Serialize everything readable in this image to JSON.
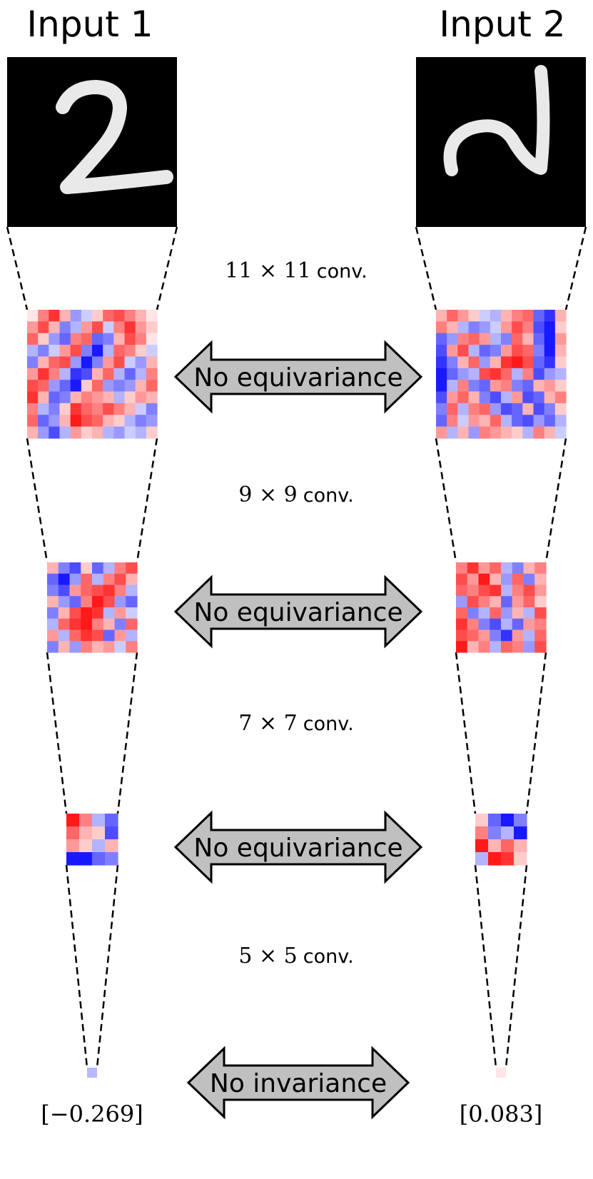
{
  "inputs": [
    {
      "title": "Input 1",
      "digit_image": "mnist-digit-2-upright",
      "output_value": "[−0.269]",
      "output_color": "#b8b8ff"
    },
    {
      "title": "Input 2",
      "digit_image": "mnist-digit-2-rotated",
      "output_value": "[0.083]",
      "output_color": "#ffe6e6"
    }
  ],
  "convolutions": [
    {
      "kernel": "11 × 11",
      "word": "conv."
    },
    {
      "kernel": "9 × 9",
      "word": "conv."
    },
    {
      "kernel": "7 × 7",
      "word": "conv."
    },
    {
      "kernel": "5 × 5",
      "word": "conv."
    }
  ],
  "comparisons": [
    {
      "label": "No equivariance"
    },
    {
      "label": "No equivariance"
    },
    {
      "label": "No equivariance"
    },
    {
      "label": "No invariance"
    }
  ],
  "colors": {
    "positive": "#ff0000",
    "negative": "#0000ff",
    "neutral": "#ffffff",
    "arrow_fill": "#c0c0c0",
    "image_background": "#000000"
  },
  "feature_maps": [
    {
      "left": [
        [
          0.1,
          0.5,
          0.8,
          0.3,
          -0.4,
          -0.2,
          0.2,
          0.6,
          0.7,
          0.5,
          0.3,
          0.1
        ],
        [
          0.4,
          0.7,
          0.3,
          -0.5,
          -0.3,
          0.4,
          0.7,
          -0.2,
          0.5,
          0.8,
          0.4,
          0.2
        ],
        [
          0.6,
          0.2,
          -0.4,
          -0.6,
          0.5,
          0.6,
          -0.6,
          -0.5,
          0.3,
          0.7,
          0.5,
          0.1
        ],
        [
          -0.3,
          -0.5,
          -0.2,
          0.4,
          0.7,
          -0.5,
          -0.9,
          -0.3,
          0.6,
          0.5,
          0.2,
          -0.2
        ],
        [
          -0.5,
          0.3,
          0.6,
          0.7,
          -0.4,
          -0.9,
          -0.5,
          0.4,
          0.7,
          -0.2,
          -0.4,
          0.3
        ],
        [
          0.4,
          0.8,
          0.5,
          -0.3,
          -0.8,
          -0.7,
          0.3,
          0.6,
          -0.3,
          -0.6,
          -0.3,
          0.5
        ],
        [
          0.7,
          0.6,
          -0.4,
          -0.6,
          -0.9,
          0.2,
          0.6,
          -0.4,
          -0.5,
          -0.4,
          0.3,
          0.6
        ],
        [
          0.8,
          0.3,
          -0.6,
          -0.5,
          0.3,
          0.5,
          0.4,
          0.3,
          -0.3,
          0.2,
          0.4,
          0.3
        ],
        [
          0.5,
          -0.3,
          -0.5,
          0.2,
          0.8,
          0.6,
          0.5,
          0.7,
          0.5,
          0.3,
          -0.2,
          -0.5
        ],
        [
          0.6,
          -0.6,
          -0.4,
          0.3,
          0.9,
          0.7,
          0.6,
          0.3,
          0.2,
          -0.3,
          -0.5,
          -0.4
        ],
        [
          0.3,
          -0.4,
          -0.7,
          -0.3,
          0.4,
          0.2,
          0.3,
          -0.3,
          -0.4,
          -0.2,
          -0.3,
          0.2
        ]
      ],
      "right": [
        [
          0.3,
          0.6,
          0.4,
          0.2,
          -0.2,
          -0.3,
          0.3,
          0.5,
          0.6,
          -0.6,
          -0.8,
          0.3
        ],
        [
          0.5,
          0.3,
          -0.3,
          -0.5,
          -0.4,
          -0.2,
          0.4,
          0.7,
          0.5,
          -0.7,
          -0.9,
          0.2
        ],
        [
          -0.6,
          -0.4,
          0.5,
          0.6,
          0.4,
          -0.3,
          -0.5,
          0.6,
          0.3,
          -0.6,
          -0.9,
          0.4
        ],
        [
          -0.7,
          0.4,
          0.7,
          -0.3,
          -0.6,
          -0.5,
          0.4,
          0.7,
          0.6,
          -0.5,
          -0.9,
          0.3
        ],
        [
          -0.8,
          -0.5,
          0.3,
          0.6,
          -0.4,
          0.3,
          0.8,
          0.9,
          0.7,
          -0.6,
          -0.8,
          0.2
        ],
        [
          -0.9,
          -0.6,
          -0.4,
          -0.3,
          0.7,
          0.8,
          0.6,
          -0.3,
          0.5,
          -0.7,
          -0.4,
          -0.3
        ],
        [
          -0.9,
          -0.3,
          0.5,
          -0.5,
          -0.6,
          0.4,
          0.5,
          -0.5,
          -0.6,
          0.3,
          0.4,
          0.2
        ],
        [
          -0.7,
          0.4,
          0.6,
          0.3,
          -0.5,
          -0.7,
          -0.3,
          0.4,
          -0.7,
          -0.6,
          0.3,
          0.5
        ],
        [
          -0.5,
          0.6,
          -0.3,
          0.5,
          0.6,
          -0.4,
          -0.7,
          -0.6,
          0.3,
          -0.7,
          -0.5,
          0.2
        ],
        [
          -0.6,
          0.5,
          -0.2,
          0.4,
          0.3,
          0.6,
          -0.3,
          -0.6,
          -0.7,
          -0.4,
          -0.6,
          -0.3
        ],
        [
          0.4,
          -0.3,
          0.3,
          -0.4,
          0.5,
          0.4,
          0.3,
          0.2,
          -0.3,
          0.5,
          0.3,
          -0.2
        ]
      ]
    },
    {
      "left": [
        [
          0.3,
          -0.5,
          -0.7,
          0.2,
          -0.6,
          -0.3,
          0.5,
          0.7
        ],
        [
          -0.6,
          -0.9,
          -0.4,
          0.6,
          -0.3,
          0.5,
          0.7,
          0.3
        ],
        [
          -0.5,
          -0.7,
          0.4,
          0.6,
          0.7,
          0.8,
          0.5,
          -0.3
        ],
        [
          0.3,
          -0.4,
          -0.6,
          0.5,
          0.9,
          0.7,
          -0.4,
          -0.6
        ],
        [
          -0.5,
          0.3,
          0.7,
          0.9,
          0.8,
          -0.3,
          0.4,
          -0.2
        ],
        [
          -0.3,
          0.6,
          0.8,
          0.9,
          0.5,
          0.3,
          -0.5,
          0.6
        ],
        [
          0.4,
          -0.3,
          0.6,
          0.8,
          0.7,
          -0.6,
          0.4,
          -0.3
        ],
        [
          -0.5,
          0.3,
          -0.4,
          0.5,
          0.3,
          0.4,
          -0.2,
          0.5
        ]
      ],
      "right": [
        [
          0.5,
          0.8,
          0.4,
          0.6,
          -0.3,
          -0.5,
          0.3,
          0.5
        ],
        [
          0.7,
          0.4,
          0.9,
          0.3,
          -0.4,
          0.6,
          -0.5,
          0.3
        ],
        [
          0.6,
          0.5,
          0.7,
          0.8,
          -0.3,
          0.5,
          0.7,
          0.4
        ],
        [
          -0.4,
          0.7,
          0.5,
          0.3,
          -0.6,
          0.4,
          0.6,
          0.2
        ],
        [
          0.6,
          -0.5,
          -0.3,
          0.6,
          -0.4,
          0.3,
          -0.3,
          0.7
        ],
        [
          0.8,
          0.5,
          -0.5,
          -0.7,
          -0.3,
          -0.6,
          0.4,
          0.5
        ],
        [
          0.7,
          0.6,
          0.4,
          -0.5,
          -0.8,
          0.4,
          -0.3,
          0.6
        ],
        [
          0.9,
          0.3,
          0.5,
          -0.3,
          0.6,
          0.5,
          -0.4,
          0.7
        ]
      ]
    },
    {
      "left": [
        [
          0.9,
          0.5,
          -0.3,
          -0.6
        ],
        [
          0.6,
          0.3,
          0.2,
          -0.7
        ],
        [
          0.4,
          0.2,
          -0.3,
          0.3
        ],
        [
          -0.9,
          -0.9,
          -0.6,
          -0.5
        ]
      ],
      "right": [
        [
          0.2,
          -0.6,
          -0.9,
          -0.5
        ],
        [
          0.5,
          -0.5,
          -0.3,
          -0.9
        ],
        [
          0.9,
          0.3,
          0.6,
          0.3
        ],
        [
          -0.3,
          0.9,
          0.8,
          0.2
        ]
      ]
    }
  ]
}
